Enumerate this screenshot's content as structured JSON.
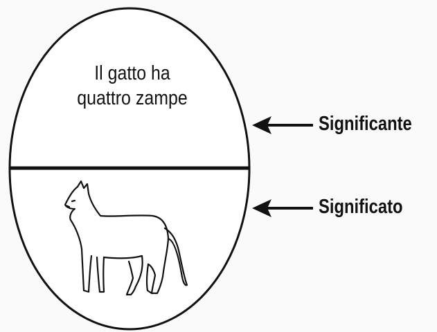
{
  "sentence": {
    "line1": "Il gatto ha",
    "line2": "quattro zampe"
  },
  "labels": {
    "signifier": "Significante",
    "signified": "Significato"
  },
  "image": {
    "icon": "cat-icon"
  }
}
